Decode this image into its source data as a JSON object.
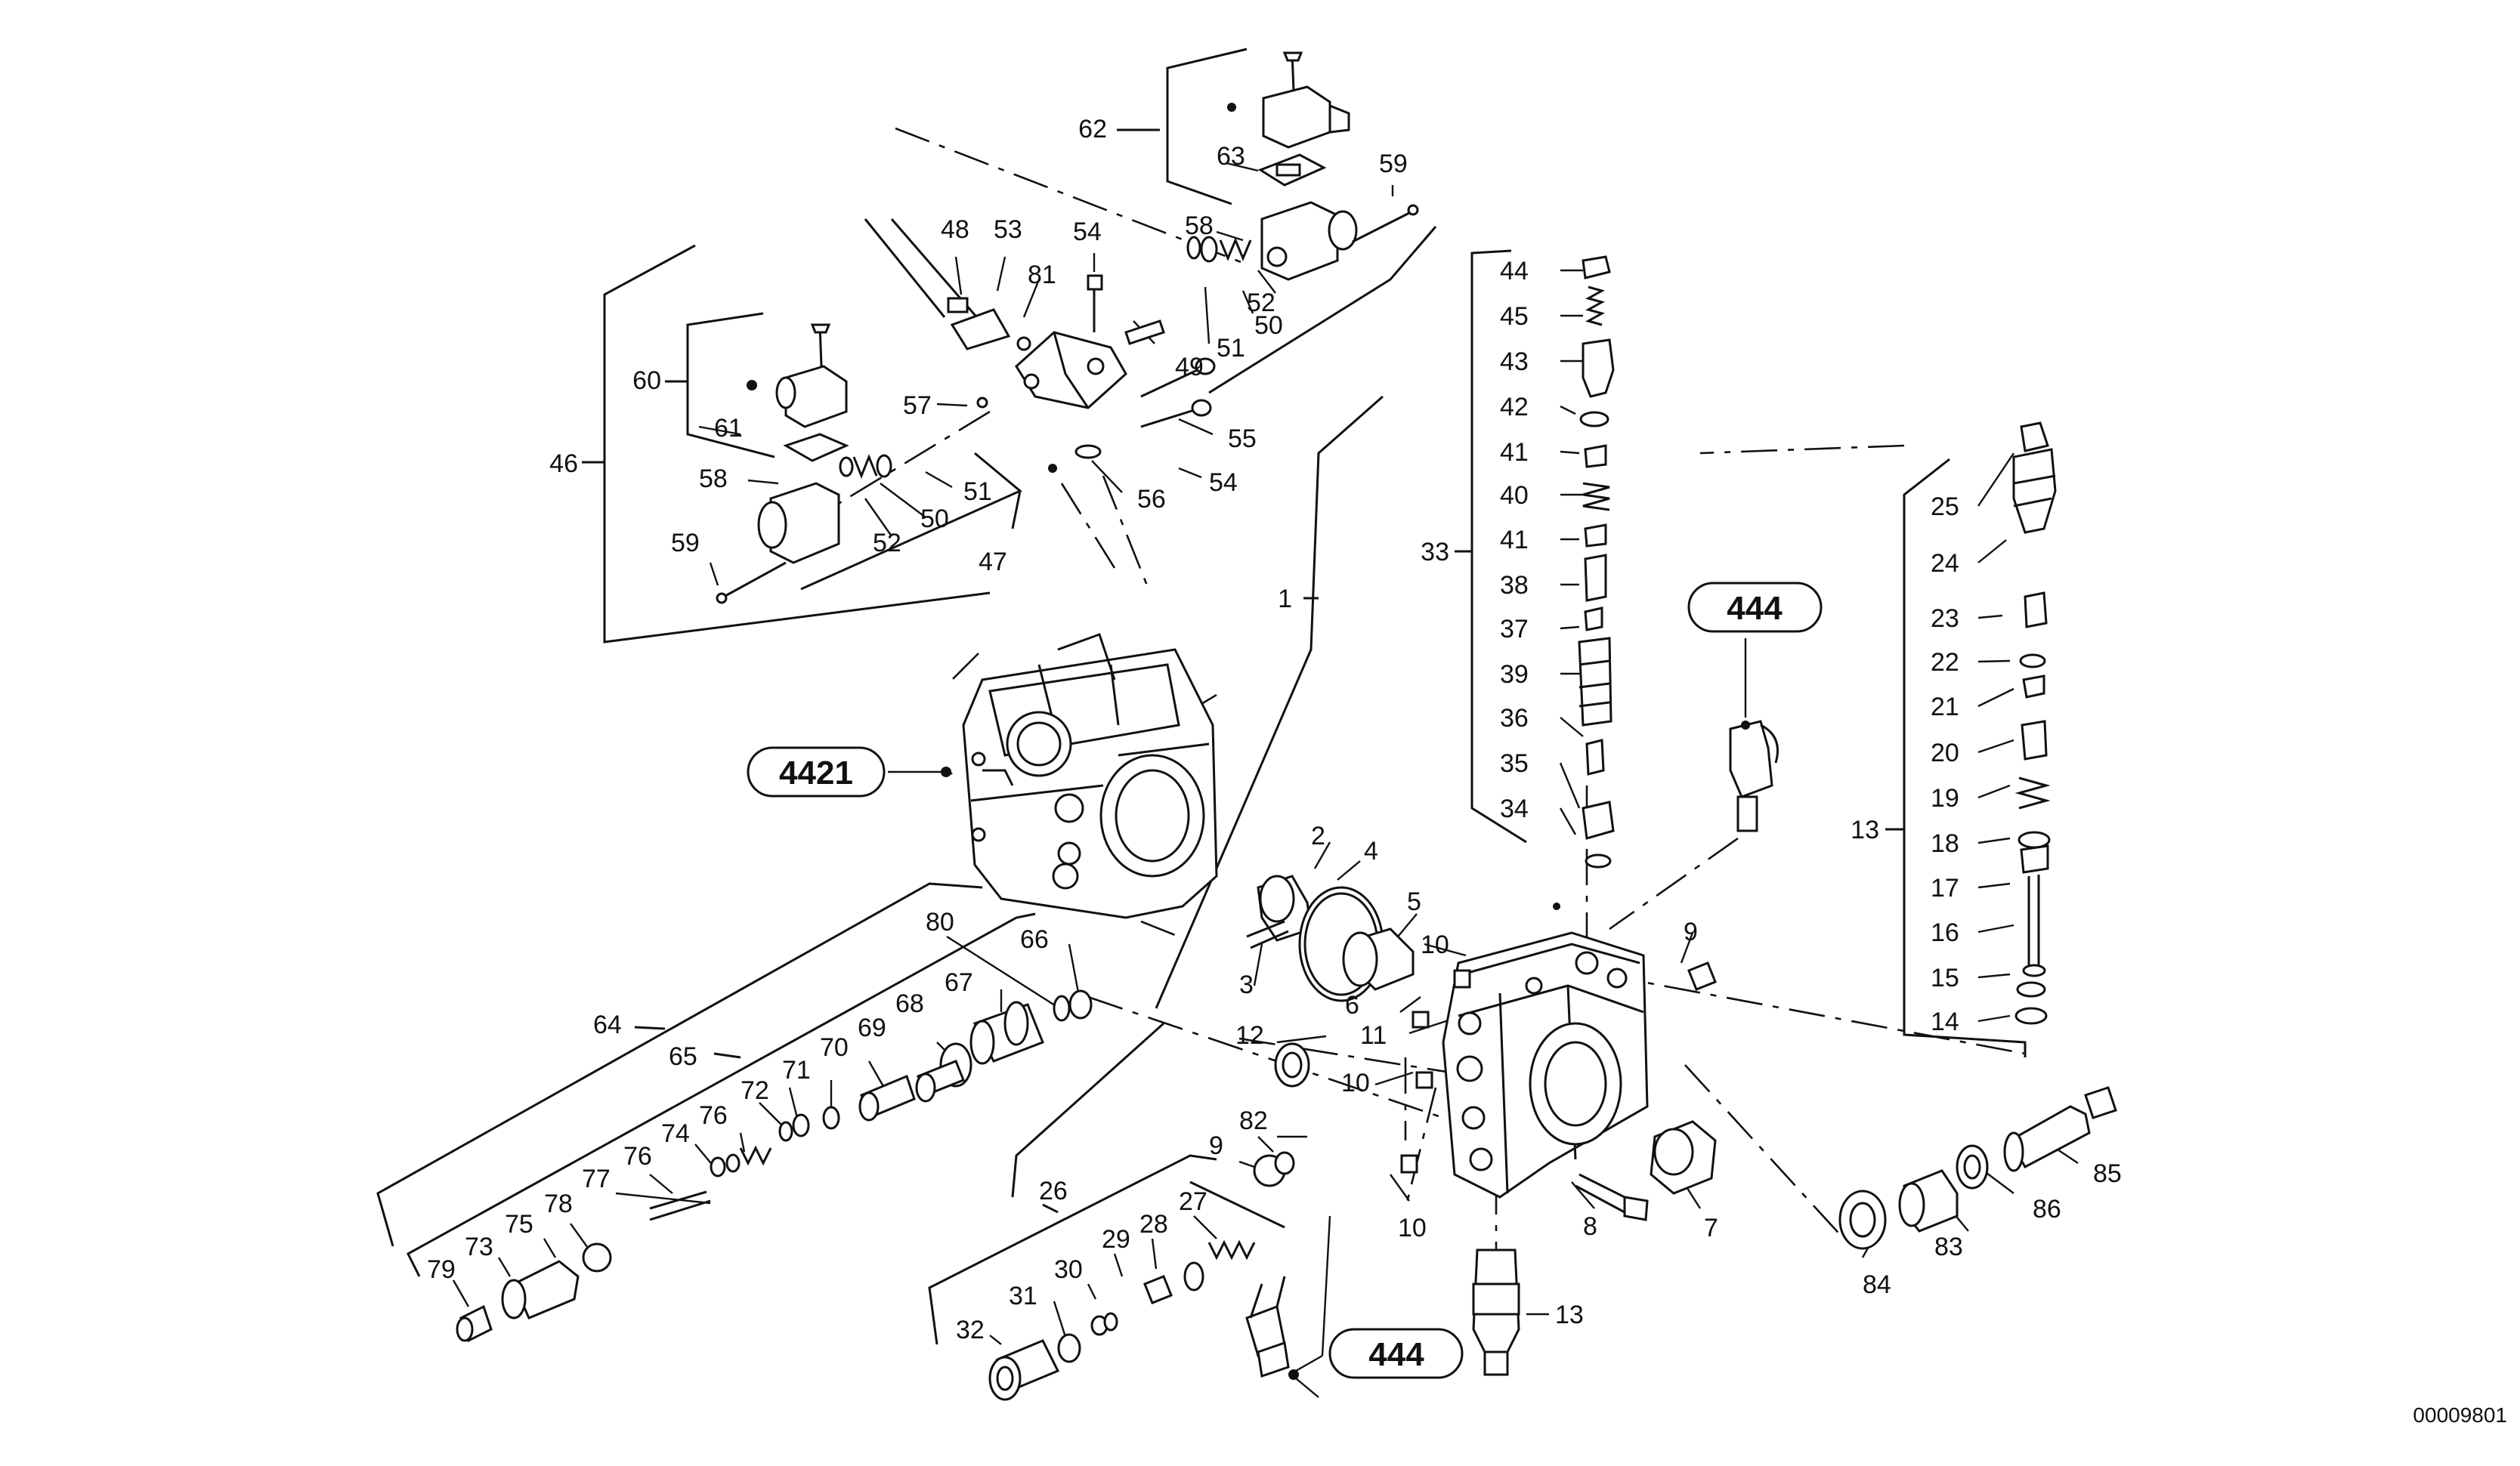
{
  "doc_number": "00009801",
  "references": [
    {
      "name": "ref-4421",
      "text": "4421"
    },
    {
      "name": "ref-444-top",
      "text": "444"
    },
    {
      "name": "ref-444-bottom",
      "text": "444"
    }
  ],
  "labels": [
    {
      "name": "label-62",
      "text": "62"
    },
    {
      "name": "label-63",
      "text": "63"
    },
    {
      "name": "label-59-top",
      "text": "59"
    },
    {
      "name": "label-58-top",
      "text": "58"
    },
    {
      "name": "label-52-top",
      "text": "52"
    },
    {
      "name": "label-50-top",
      "text": "50"
    },
    {
      "name": "label-51-top",
      "text": "51"
    },
    {
      "name": "label-49",
      "text": "49"
    },
    {
      "name": "label-48",
      "text": "48"
    },
    {
      "name": "label-53",
      "text": "53"
    },
    {
      "name": "label-81",
      "text": "81"
    },
    {
      "name": "label-54-top",
      "text": "54"
    },
    {
      "name": "label-57",
      "text": "57"
    },
    {
      "name": "label-55",
      "text": "55"
    },
    {
      "name": "label-54-mid",
      "text": "54"
    },
    {
      "name": "label-56",
      "text": "56"
    },
    {
      "name": "label-60",
      "text": "60"
    },
    {
      "name": "label-61",
      "text": "61"
    },
    {
      "name": "label-46",
      "text": "46"
    },
    {
      "name": "label-58-left",
      "text": "58"
    },
    {
      "name": "label-51-left",
      "text": "51"
    },
    {
      "name": "label-50-left",
      "text": "50"
    },
    {
      "name": "label-52-left",
      "text": "52"
    },
    {
      "name": "label-47",
      "text": "47"
    },
    {
      "name": "label-59-left",
      "text": "59"
    },
    {
      "name": "label-1",
      "text": "1"
    },
    {
      "name": "label-44",
      "text": "44"
    },
    {
      "name": "label-45",
      "text": "45"
    },
    {
      "name": "label-43",
      "text": "43"
    },
    {
      "name": "label-42",
      "text": "42"
    },
    {
      "name": "label-41-a",
      "text": "41"
    },
    {
      "name": "label-40",
      "text": "40"
    },
    {
      "name": "label-41-b",
      "text": "41"
    },
    {
      "name": "label-33",
      "text": "33"
    },
    {
      "name": "label-38",
      "text": "38"
    },
    {
      "name": "label-37",
      "text": "37"
    },
    {
      "name": "label-39",
      "text": "39"
    },
    {
      "name": "label-36",
      "text": "36"
    },
    {
      "name": "label-35",
      "text": "35"
    },
    {
      "name": "label-34",
      "text": "34"
    },
    {
      "name": "label-25",
      "text": "25"
    },
    {
      "name": "label-24",
      "text": "24"
    },
    {
      "name": "label-23",
      "text": "23"
    },
    {
      "name": "label-22",
      "text": "22"
    },
    {
      "name": "label-21",
      "text": "21"
    },
    {
      "name": "label-20",
      "text": "20"
    },
    {
      "name": "label-19",
      "text": "19"
    },
    {
      "name": "label-13-right",
      "text": "13"
    },
    {
      "name": "label-18",
      "text": "18"
    },
    {
      "name": "label-17",
      "text": "17"
    },
    {
      "name": "label-16",
      "text": "16"
    },
    {
      "name": "label-15",
      "text": "15"
    },
    {
      "name": "label-14",
      "text": "14"
    },
    {
      "name": "label-2",
      "text": "2"
    },
    {
      "name": "label-4",
      "text": "4"
    },
    {
      "name": "label-5",
      "text": "5"
    },
    {
      "name": "label-3",
      "text": "3"
    },
    {
      "name": "label-6",
      "text": "6"
    },
    {
      "name": "label-10-a",
      "text": "10"
    },
    {
      "name": "label-9-right",
      "text": "9"
    },
    {
      "name": "label-11",
      "text": "11"
    },
    {
      "name": "label-12",
      "text": "12"
    },
    {
      "name": "label-10-b",
      "text": "10"
    },
    {
      "name": "label-80",
      "text": "80"
    },
    {
      "name": "label-66",
      "text": "66"
    },
    {
      "name": "label-64",
      "text": "64"
    },
    {
      "name": "label-67",
      "text": "67"
    },
    {
      "name": "label-65",
      "text": "65"
    },
    {
      "name": "label-68",
      "text": "68"
    },
    {
      "name": "label-69",
      "text": "69"
    },
    {
      "name": "label-70",
      "text": "70"
    },
    {
      "name": "label-71",
      "text": "71"
    },
    {
      "name": "label-72",
      "text": "72"
    },
    {
      "name": "label-76-a",
      "text": "76"
    },
    {
      "name": "label-74",
      "text": "74"
    },
    {
      "name": "label-76-b",
      "text": "76"
    },
    {
      "name": "label-77",
      "text": "77"
    },
    {
      "name": "label-78",
      "text": "78"
    },
    {
      "name": "label-75",
      "text": "75"
    },
    {
      "name": "label-73",
      "text": "73"
    },
    {
      "name": "label-79",
      "text": "79"
    },
    {
      "name": "label-82",
      "text": "82"
    },
    {
      "name": "label-9-bottom",
      "text": "9"
    },
    {
      "name": "label-26",
      "text": "26"
    },
    {
      "name": "label-27",
      "text": "27"
    },
    {
      "name": "label-28",
      "text": "28"
    },
    {
      "name": "label-29",
      "text": "29"
    },
    {
      "name": "label-30",
      "text": "30"
    },
    {
      "name": "label-31",
      "text": "31"
    },
    {
      "name": "label-32",
      "text": "32"
    },
    {
      "name": "label-10-c",
      "text": "10"
    },
    {
      "name": "label-8",
      "text": "8"
    },
    {
      "name": "label-7",
      "text": "7"
    },
    {
      "name": "label-13-bottom",
      "text": "13"
    },
    {
      "name": "label-85",
      "text": "85"
    },
    {
      "name": "label-86",
      "text": "86"
    },
    {
      "name": "label-83",
      "text": "83"
    },
    {
      "name": "label-84",
      "text": "84"
    }
  ]
}
